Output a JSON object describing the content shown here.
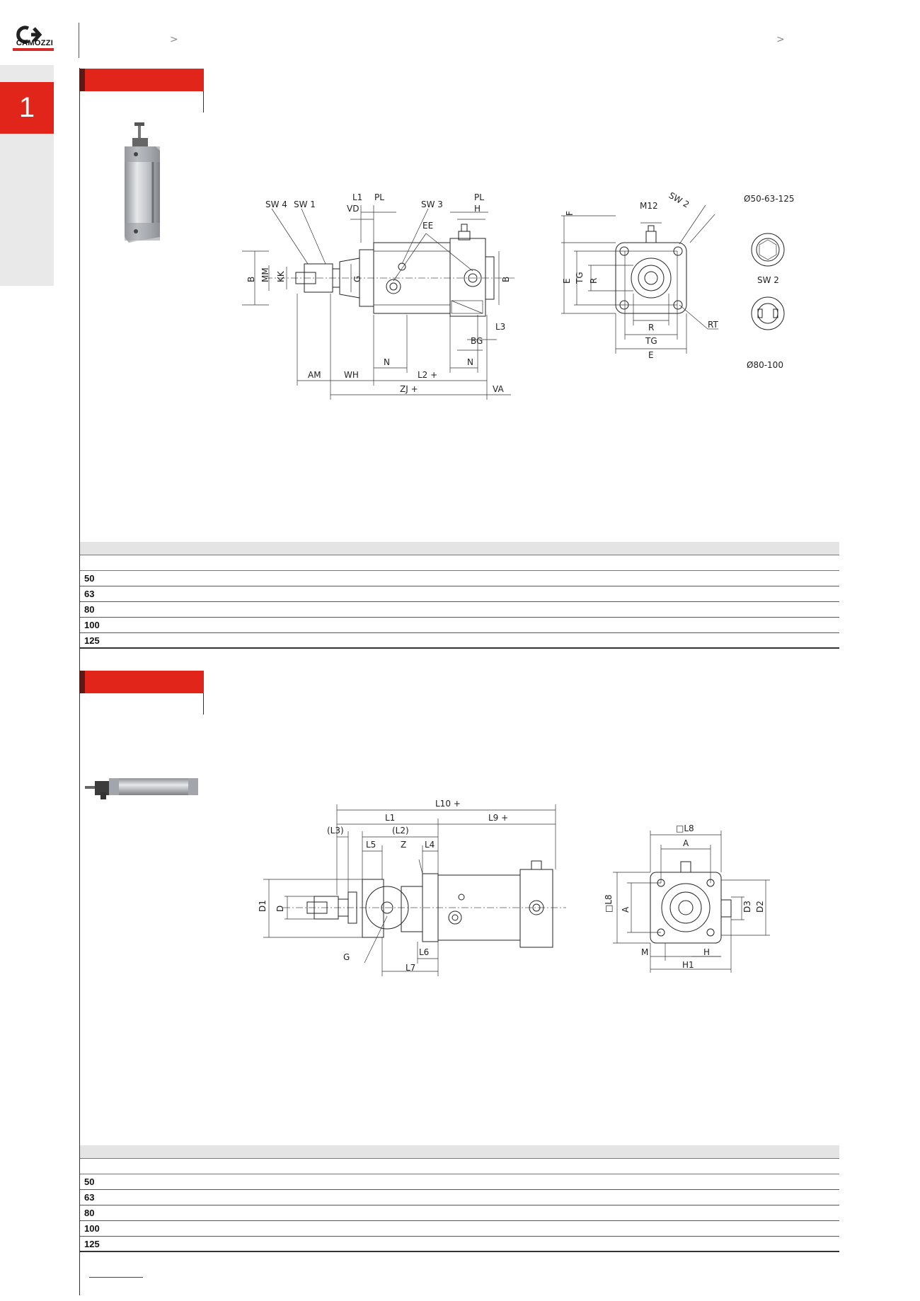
{
  "header": {
    "logo_text": "CAMOZZI"
  },
  "side_tab": {
    "number": "1"
  },
  "section1": {
    "drawing_labels": {
      "sw4": "SW 4",
      "sw1": "SW 1",
      "l1": "L1",
      "pl_top": "PL",
      "vd": "VD",
      "sw3": "SW 3",
      "pl_right": "PL",
      "h": "H",
      "ee": "EE",
      "b_left": "B",
      "mm": "MM",
      "kk": "KK",
      "g": "G",
      "b_right": "B",
      "l3": "L3",
      "bg": "BG",
      "n_left": "N",
      "n_right": "N",
      "am": "AM",
      "wh": "WH",
      "l2": "L2  +",
      "zj": "ZJ  +",
      "va": "VA",
      "f": "F",
      "m12": "M12",
      "sw2": "SW 2",
      "e_left": "E",
      "tg_left": "TG",
      "r_left": "R",
      "r_bottom": "R",
      "tg_bottom": "TG",
      "e_bottom": "E",
      "rt": "RT",
      "dia_top": "Ø50-63-125",
      "sw2_mid": "SW 2",
      "dia_bottom": "Ø80-100"
    },
    "table_rows": [
      "50",
      "63",
      "80",
      "100",
      "125"
    ]
  },
  "section2": {
    "drawing_labels": {
      "l10": "L10  +",
      "l1": "L1",
      "l9": "L9  +",
      "l3": "(L3)",
      "l2": "(L2)",
      "l5": "L5",
      "z": "Z",
      "l4": "L4",
      "d1": "D1",
      "d": "D",
      "g": "G",
      "l6": "L6",
      "l7": "L7",
      "l8_top": "□L8",
      "a_top": "A",
      "l8_left": "□L8",
      "a_left": "A",
      "d3": "D3",
      "d2": "D2",
      "m": "M",
      "h": "H",
      "h1": "H1"
    },
    "table_rows": [
      "50",
      "63",
      "80",
      "100",
      "125"
    ]
  }
}
